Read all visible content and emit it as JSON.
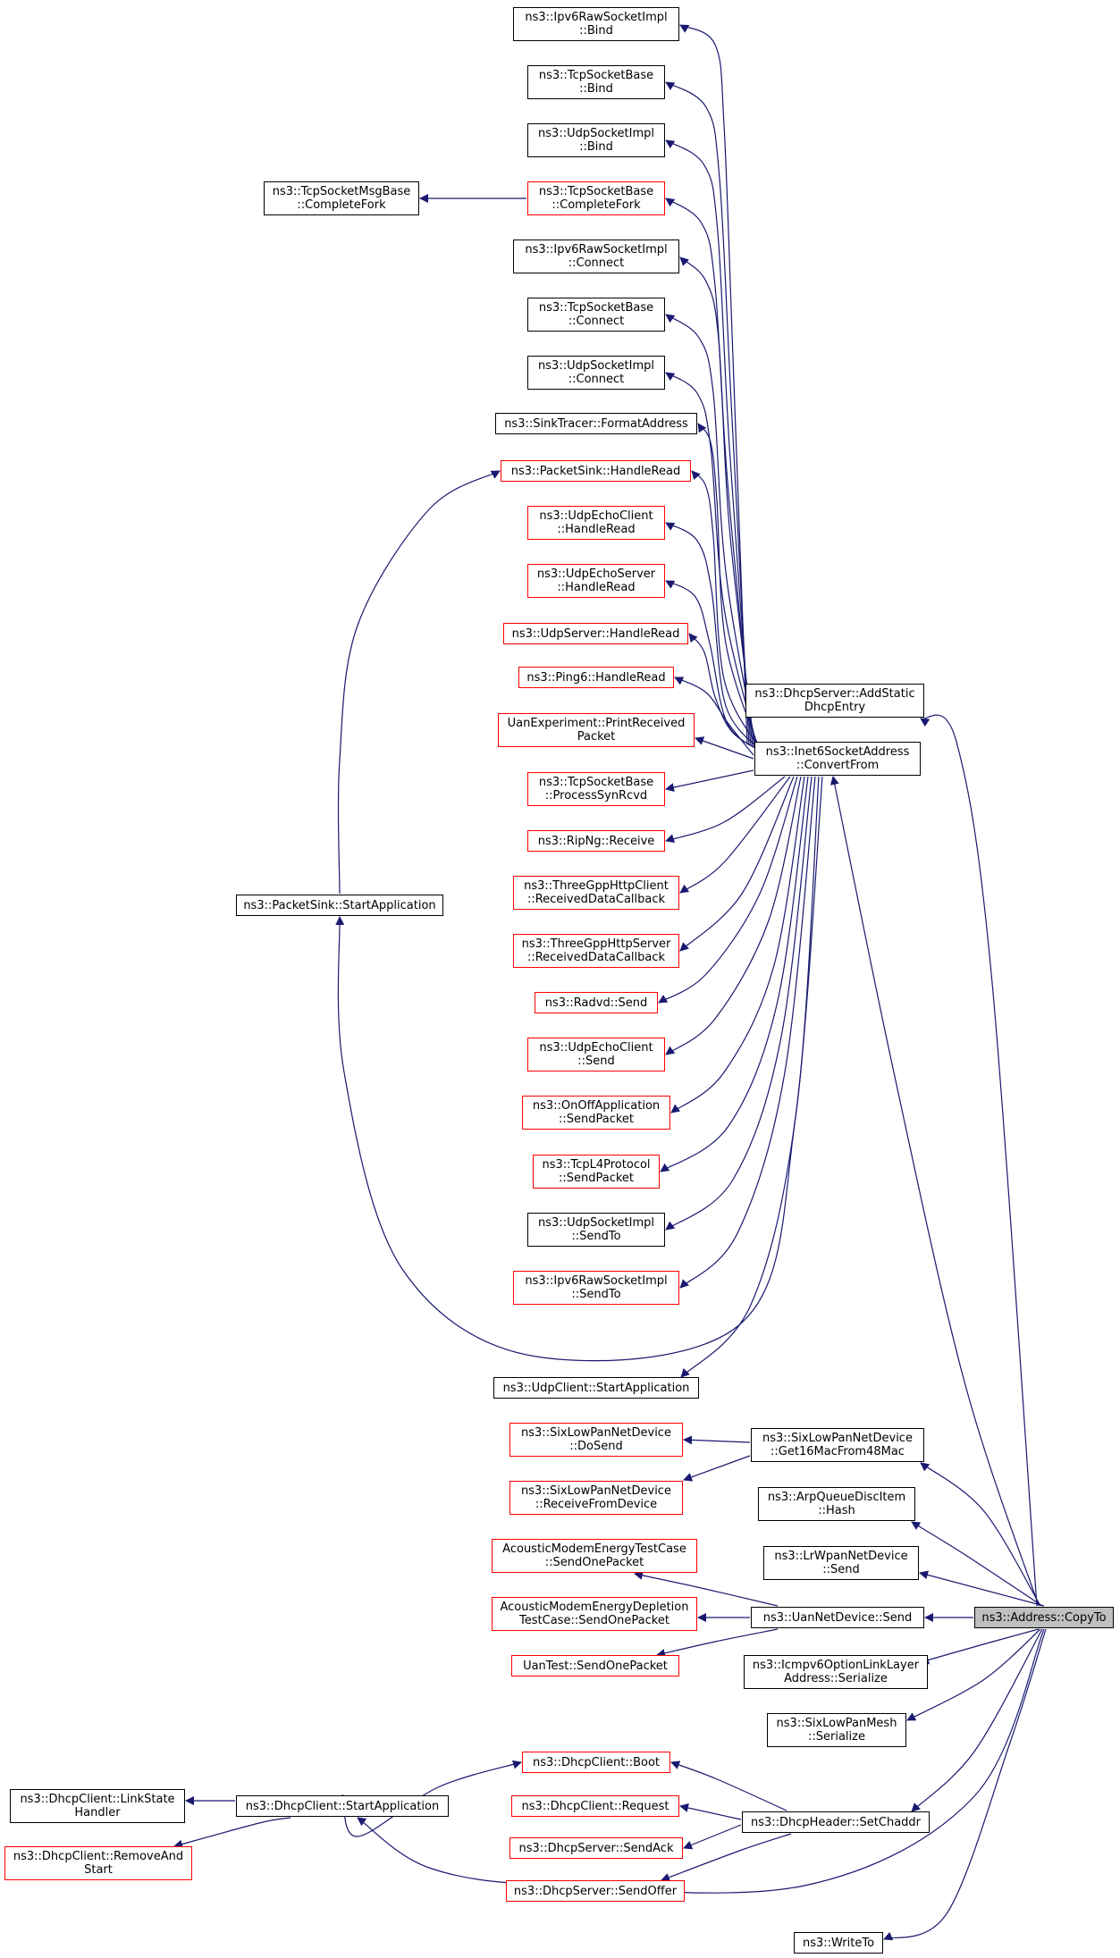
{
  "nodes": [
    {
      "id": "ipv6raw_bind",
      "name": "node-ipv6rawsocketimpl-bind",
      "lines": [
        "ns3::Ipv6RawSocketImpl",
        "::Bind"
      ],
      "border": "black"
    },
    {
      "id": "tcpbase_bind",
      "name": "node-tcpsocketbase-bind",
      "lines": [
        "ns3::TcpSocketBase",
        "::Bind"
      ],
      "border": "black"
    },
    {
      "id": "udpimpl_bind",
      "name": "node-udpsocketimpl-bind",
      "lines": [
        "ns3::UdpSocketImpl",
        "::Bind"
      ],
      "border": "black"
    },
    {
      "id": "tcpmsgbase_completefork",
      "name": "node-tcpsocketmsgbase-completefork",
      "lines": [
        "ns3::TcpSocketMsgBase",
        "::CompleteFork"
      ],
      "border": "black"
    },
    {
      "id": "tcpbase_completefork",
      "name": "node-tcpsocketbase-completefork",
      "lines": [
        "ns3::TcpSocketBase",
        "::CompleteFork"
      ],
      "border": "red"
    },
    {
      "id": "ipv6raw_connect",
      "name": "node-ipv6rawsocketimpl-connect",
      "lines": [
        "ns3::Ipv6RawSocketImpl",
        "::Connect"
      ],
      "border": "black"
    },
    {
      "id": "tcpbase_connect",
      "name": "node-tcpsocketbase-connect",
      "lines": [
        "ns3::TcpSocketBase",
        "::Connect"
      ],
      "border": "black"
    },
    {
      "id": "udpimpl_connect",
      "name": "node-udpsocketimpl-connect",
      "lines": [
        "ns3::UdpSocketImpl",
        "::Connect"
      ],
      "border": "black"
    },
    {
      "id": "sinktracer",
      "name": "node-sinktracer-formataddress",
      "lines": [
        "ns3::SinkTracer::FormatAddress"
      ],
      "border": "black"
    },
    {
      "id": "packetsink_handleread",
      "name": "node-packetsink-handleread",
      "lines": [
        "ns3::PacketSink::HandleRead"
      ],
      "border": "red"
    },
    {
      "id": "udpechoclient_handleread",
      "name": "node-udpechoclient-handleread",
      "lines": [
        "ns3::UdpEchoClient",
        "::HandleRead"
      ],
      "border": "red"
    },
    {
      "id": "udpechoserver_handleread",
      "name": "node-udpechoserver-handleread",
      "lines": [
        "ns3::UdpEchoServer",
        "::HandleRead"
      ],
      "border": "red"
    },
    {
      "id": "udpserver_handleread",
      "name": "node-udpserver-handleread",
      "lines": [
        "ns3::UdpServer::HandleRead"
      ],
      "border": "red"
    },
    {
      "id": "ping6_handleread",
      "name": "node-ping6-handleread",
      "lines": [
        "ns3::Ping6::HandleRead"
      ],
      "border": "red"
    },
    {
      "id": "uanexp_print",
      "name": "node-uanexperiment-printreceivedpacket",
      "lines": [
        "UanExperiment::PrintReceived",
        "Packet"
      ],
      "border": "red"
    },
    {
      "id": "tcpbase_processsynrcvd",
      "name": "node-tcpsocketbase-processsynrcvd",
      "lines": [
        "ns3::TcpSocketBase",
        "::ProcessSynRcvd"
      ],
      "border": "red"
    },
    {
      "id": "ripng_receive",
      "name": "node-ripng-receive",
      "lines": [
        "ns3::RipNg::Receive"
      ],
      "border": "red"
    },
    {
      "id": "http_client",
      "name": "node-threegpphttpclient-receiveddatacallback",
      "lines": [
        "ns3::ThreeGppHttpClient",
        "::ReceivedDataCallback"
      ],
      "border": "red"
    },
    {
      "id": "http_server",
      "name": "node-threegpphttpserver-receiveddatacallback",
      "lines": [
        "ns3::ThreeGppHttpServer",
        "::ReceivedDataCallback"
      ],
      "border": "red"
    },
    {
      "id": "radvd_send",
      "name": "node-radvd-send",
      "lines": [
        "ns3::Radvd::Send"
      ],
      "border": "red"
    },
    {
      "id": "udpechoclient_send",
      "name": "node-udpechoclient-send",
      "lines": [
        "ns3::UdpEchoClient",
        "::Send"
      ],
      "border": "red"
    },
    {
      "id": "onoff_sendpacket",
      "name": "node-onoffapplication-sendpacket",
      "lines": [
        "ns3::OnOffApplication",
        "::SendPacket"
      ],
      "border": "red"
    },
    {
      "id": "tcpl4_sendpacket",
      "name": "node-tcpl4protocol-sendpacket",
      "lines": [
        "ns3::TcpL4Protocol",
        "::SendPacket"
      ],
      "border": "red"
    },
    {
      "id": "udpimpl_sendto",
      "name": "node-udpsocketimpl-sendto",
      "lines": [
        "ns3::UdpSocketImpl",
        "::SendTo"
      ],
      "border": "black"
    },
    {
      "id": "ipv6raw_sendto",
      "name": "node-ipv6rawsocketimpl-sendto",
      "lines": [
        "ns3::Ipv6RawSocketImpl",
        "::SendTo"
      ],
      "border": "red"
    },
    {
      "id": "udpclient_start",
      "name": "node-udpclient-startapplication",
      "lines": [
        "ns3::UdpClient::StartApplication"
      ],
      "border": "black"
    },
    {
      "id": "packetsink_start",
      "name": "node-packetsink-startapplication",
      "lines": [
        "ns3::PacketSink::StartApplication"
      ],
      "border": "black"
    },
    {
      "id": "dhcpserver_addstatic",
      "name": "node-dhcpserver-addstaticdhcpentry",
      "lines": [
        "ns3::DhcpServer::AddStatic",
        "DhcpEntry"
      ],
      "border": "black"
    },
    {
      "id": "inet6_convertfrom",
      "name": "node-inet6socketaddress-convertfrom",
      "lines": [
        "ns3::Inet6SocketAddress",
        "::ConvertFrom"
      ],
      "border": "black"
    },
    {
      "id": "sixlowpan_dosend",
      "name": "node-sixlowpannetdevice-dosend",
      "lines": [
        "ns3::SixLowPanNetDevice",
        "::DoSend"
      ],
      "border": "red"
    },
    {
      "id": "sixlowpan_receive",
      "name": "node-sixlowpannetdevice-receivefromdevice",
      "lines": [
        "ns3::SixLowPanNetDevice",
        "::ReceiveFromDevice"
      ],
      "border": "red"
    },
    {
      "id": "sixlowpan_get16",
      "name": "node-sixlowpannetdevice-get16macfrom48mac",
      "lines": [
        "ns3::SixLowPanNetDevice",
        "::Get16MacFrom48Mac"
      ],
      "border": "black"
    },
    {
      "id": "arpqueue_hash",
      "name": "node-arpqueuediscitem-hash",
      "lines": [
        "ns3::ArpQueueDiscItem",
        "::Hash"
      ],
      "border": "black"
    },
    {
      "id": "lrwpan_send",
      "name": "node-lrwpannetdevice-send",
      "lines": [
        "ns3::LrWpanNetDevice",
        "::Send"
      ],
      "border": "black"
    },
    {
      "id": "acoustic_energy",
      "name": "node-acousticmodemenergytestcase-sendonepacket",
      "lines": [
        "AcousticModemEnergyTestCase",
        "::SendOnePacket"
      ],
      "border": "red"
    },
    {
      "id": "acoustic_depletion",
      "name": "node-acousticmodemenergydepletiontestcase-sendonepacket",
      "lines": [
        "AcousticModemEnergyDepletion",
        "TestCase::SendOnePacket"
      ],
      "border": "red"
    },
    {
      "id": "uantest_send",
      "name": "node-uantest-sendonepacket",
      "lines": [
        "UanTest::SendOnePacket"
      ],
      "border": "red"
    },
    {
      "id": "uannet_send",
      "name": "node-uannetdevice-send",
      "lines": [
        "ns3::UanNetDevice::Send"
      ],
      "border": "black"
    },
    {
      "id": "address_copyto",
      "name": "node-address-copyto",
      "lines": [
        "ns3::Address::CopyTo"
      ],
      "border": "black",
      "fill": "gray"
    },
    {
      "id": "icmpv6_serialize",
      "name": "node-icmpv6optionlinklayeraddress-serialize",
      "lines": [
        "ns3::Icmpv6OptionLinkLayer",
        "Address::Serialize"
      ],
      "border": "black"
    },
    {
      "id": "sixlowpanmesh_serialize",
      "name": "node-sixlowpanmesh-serialize",
      "lines": [
        "ns3::SixLowPanMesh",
        "::Serialize"
      ],
      "border": "black"
    },
    {
      "id": "dhcpclient_boot",
      "name": "node-dhcpclient-boot",
      "lines": [
        "ns3::DhcpClient::Boot"
      ],
      "border": "red"
    },
    {
      "id": "dhcpclient_request",
      "name": "node-dhcpclient-request",
      "lines": [
        "ns3::DhcpClient::Request"
      ],
      "border": "red"
    },
    {
      "id": "dhcpserver_sendack",
      "name": "node-dhcpserver-sendack",
      "lines": [
        "ns3::DhcpServer::SendAck"
      ],
      "border": "red"
    },
    {
      "id": "dhcpserver_sendoffer",
      "name": "node-dhcpserver-sendoffer",
      "lines": [
        "ns3::DhcpServer::SendOffer"
      ],
      "border": "red"
    },
    {
      "id": "dhcpheader_setchaddr",
      "name": "node-dhcpheader-setchaddr",
      "lines": [
        "ns3::DhcpHeader::SetChaddr"
      ],
      "border": "black"
    },
    {
      "id": "dhcpclient_linkstate",
      "name": "node-dhcpclient-linkstatehandler",
      "lines": [
        "ns3::DhcpClient::LinkState",
        "Handler"
      ],
      "border": "black"
    },
    {
      "id": "dhcpclient_removeandstart",
      "name": "node-dhcpclient-removeandstart",
      "lines": [
        "ns3::DhcpClient::RemoveAnd",
        "Start"
      ],
      "border": "red"
    },
    {
      "id": "dhcpclient_start",
      "name": "node-dhcpclient-startapplication",
      "lines": [
        "ns3::DhcpClient::StartApplication"
      ],
      "border": "black"
    },
    {
      "id": "writeto",
      "name": "node-writeto",
      "lines": [
        "ns3::WriteTo"
      ],
      "border": "black"
    }
  ],
  "edges": [
    {
      "from": "inet6_convertfrom",
      "to": "ipv6raw_bind"
    },
    {
      "from": "inet6_convertfrom",
      "to": "tcpbase_bind"
    },
    {
      "from": "inet6_convertfrom",
      "to": "udpimpl_bind"
    },
    {
      "from": "tcpbase_completefork",
      "to": "tcpmsgbase_completefork"
    },
    {
      "from": "inet6_convertfrom",
      "to": "tcpbase_completefork"
    },
    {
      "from": "inet6_convertfrom",
      "to": "ipv6raw_connect"
    },
    {
      "from": "inet6_convertfrom",
      "to": "tcpbase_connect"
    },
    {
      "from": "inet6_convertfrom",
      "to": "udpimpl_connect"
    },
    {
      "from": "inet6_convertfrom",
      "to": "sinktracer"
    },
    {
      "from": "inet6_convertfrom",
      "to": "packetsink_handleread"
    },
    {
      "from": "packetsink_handleread",
      "to": "packetsink_start"
    },
    {
      "from": "inet6_convertfrom",
      "to": "udpechoclient_handleread"
    },
    {
      "from": "inet6_convertfrom",
      "to": "udpechoserver_handleread"
    },
    {
      "from": "inet6_convertfrom",
      "to": "udpserver_handleread"
    },
    {
      "from": "inet6_convertfrom",
      "to": "ping6_handleread"
    },
    {
      "from": "inet6_convertfrom",
      "to": "uanexp_print"
    },
    {
      "from": "inet6_convertfrom",
      "to": "tcpbase_processsynrcvd"
    },
    {
      "from": "inet6_convertfrom",
      "to": "ripng_receive"
    },
    {
      "from": "inet6_convertfrom",
      "to": "http_client"
    },
    {
      "from": "inet6_convertfrom",
      "to": "http_server"
    },
    {
      "from": "inet6_convertfrom",
      "to": "radvd_send"
    },
    {
      "from": "inet6_convertfrom",
      "to": "udpechoclient_send"
    },
    {
      "from": "inet6_convertfrom",
      "to": "onoff_sendpacket"
    },
    {
      "from": "inet6_convertfrom",
      "to": "tcpl4_sendpacket"
    },
    {
      "from": "inet6_convertfrom",
      "to": "udpimpl_sendto"
    },
    {
      "from": "inet6_convertfrom",
      "to": "ipv6raw_sendto"
    },
    {
      "from": "inet6_convertfrom",
      "to": "packetsink_start"
    },
    {
      "from": "inet6_convertfrom",
      "to": "udpclient_start"
    },
    {
      "from": "address_copyto",
      "to": "dhcpserver_addstatic"
    },
    {
      "from": "address_copyto",
      "to": "inet6_convertfrom"
    },
    {
      "from": "sixlowpan_get16",
      "to": "sixlowpan_dosend"
    },
    {
      "from": "sixlowpan_get16",
      "to": "sixlowpan_receive"
    },
    {
      "from": "address_copyto",
      "to": "sixlowpan_get16"
    },
    {
      "from": "address_copyto",
      "to": "arpqueue_hash"
    },
    {
      "from": "address_copyto",
      "to": "lrwpan_send"
    },
    {
      "from": "uannet_send",
      "to": "acoustic_energy"
    },
    {
      "from": "uannet_send",
      "to": "acoustic_depletion"
    },
    {
      "from": "uannet_send",
      "to": "uantest_send"
    },
    {
      "from": "address_copyto",
      "to": "uannet_send"
    },
    {
      "from": "address_copyto",
      "to": "icmpv6_serialize"
    },
    {
      "from": "address_copyto",
      "to": "sixlowpanmesh_serialize"
    },
    {
      "from": "address_copyto",
      "to": "dhcpheader_setchaddr"
    },
    {
      "from": "dhcpheader_setchaddr",
      "to": "dhcpclient_boot"
    },
    {
      "from": "dhcpheader_setchaddr",
      "to": "dhcpclient_request"
    },
    {
      "from": "dhcpheader_setchaddr",
      "to": "dhcpserver_sendack"
    },
    {
      "from": "dhcpheader_setchaddr",
      "to": "dhcpserver_sendoffer"
    },
    {
      "from": "dhcpclient_boot",
      "to": "dhcpclient_start"
    },
    {
      "from": "dhcpclient_start",
      "to": "dhcpclient_linkstate"
    },
    {
      "from": "dhcpclient_start",
      "to": "dhcpclient_removeandstart"
    },
    {
      "from": "address_copyto",
      "to": "dhcpclient_start"
    },
    {
      "from": "address_copyto",
      "to": "writeto"
    }
  ],
  "colors": {
    "edge": "#191970",
    "border_black": "#000000",
    "border_red": "#ff0000",
    "highlight_fill": "#bfbfbf"
  }
}
